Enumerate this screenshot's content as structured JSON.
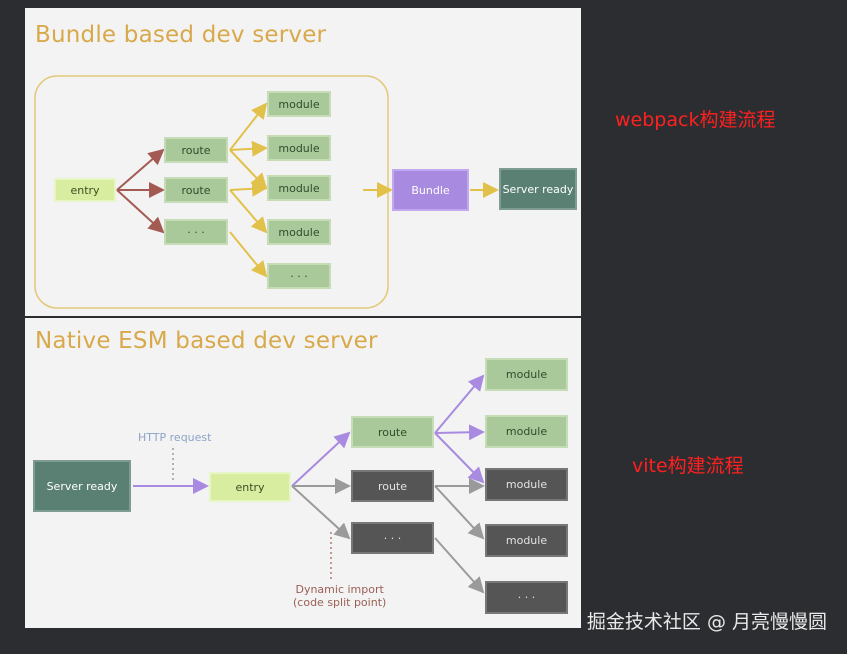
{
  "top": {
    "title": "Bundle based dev server",
    "entry": "entry",
    "routes": [
      "route",
      "route",
      "· · ·"
    ],
    "modules": [
      "module",
      "module",
      "module",
      "module",
      "· · ·"
    ],
    "bundle": "Bundle",
    "server_ready": "Server ready"
  },
  "bottom": {
    "title": "Native ESM based dev server",
    "server_ready": "Server ready",
    "http_request": "HTTP request",
    "entry": "entry",
    "routes": [
      "route",
      "route",
      "· · ·"
    ],
    "modules": [
      "module",
      "module",
      "module",
      "module",
      "· · ·"
    ],
    "dynamic_import_1": "Dynamic import",
    "dynamic_import_2": "(code split point)"
  },
  "labels": {
    "webpack": "webpack构建流程",
    "vite": "vite构建流程"
  },
  "watermark": "掘金技术社区 @ 月亮慢慢圆",
  "colors": {
    "title": "#d8a94a",
    "arrow_red": "#a35a52",
    "arrow_yellow": "#e2c14a",
    "arrow_purple": "#a88ae0",
    "arrow_gray": "#9a9a9a",
    "label_red": "#ff2020"
  }
}
